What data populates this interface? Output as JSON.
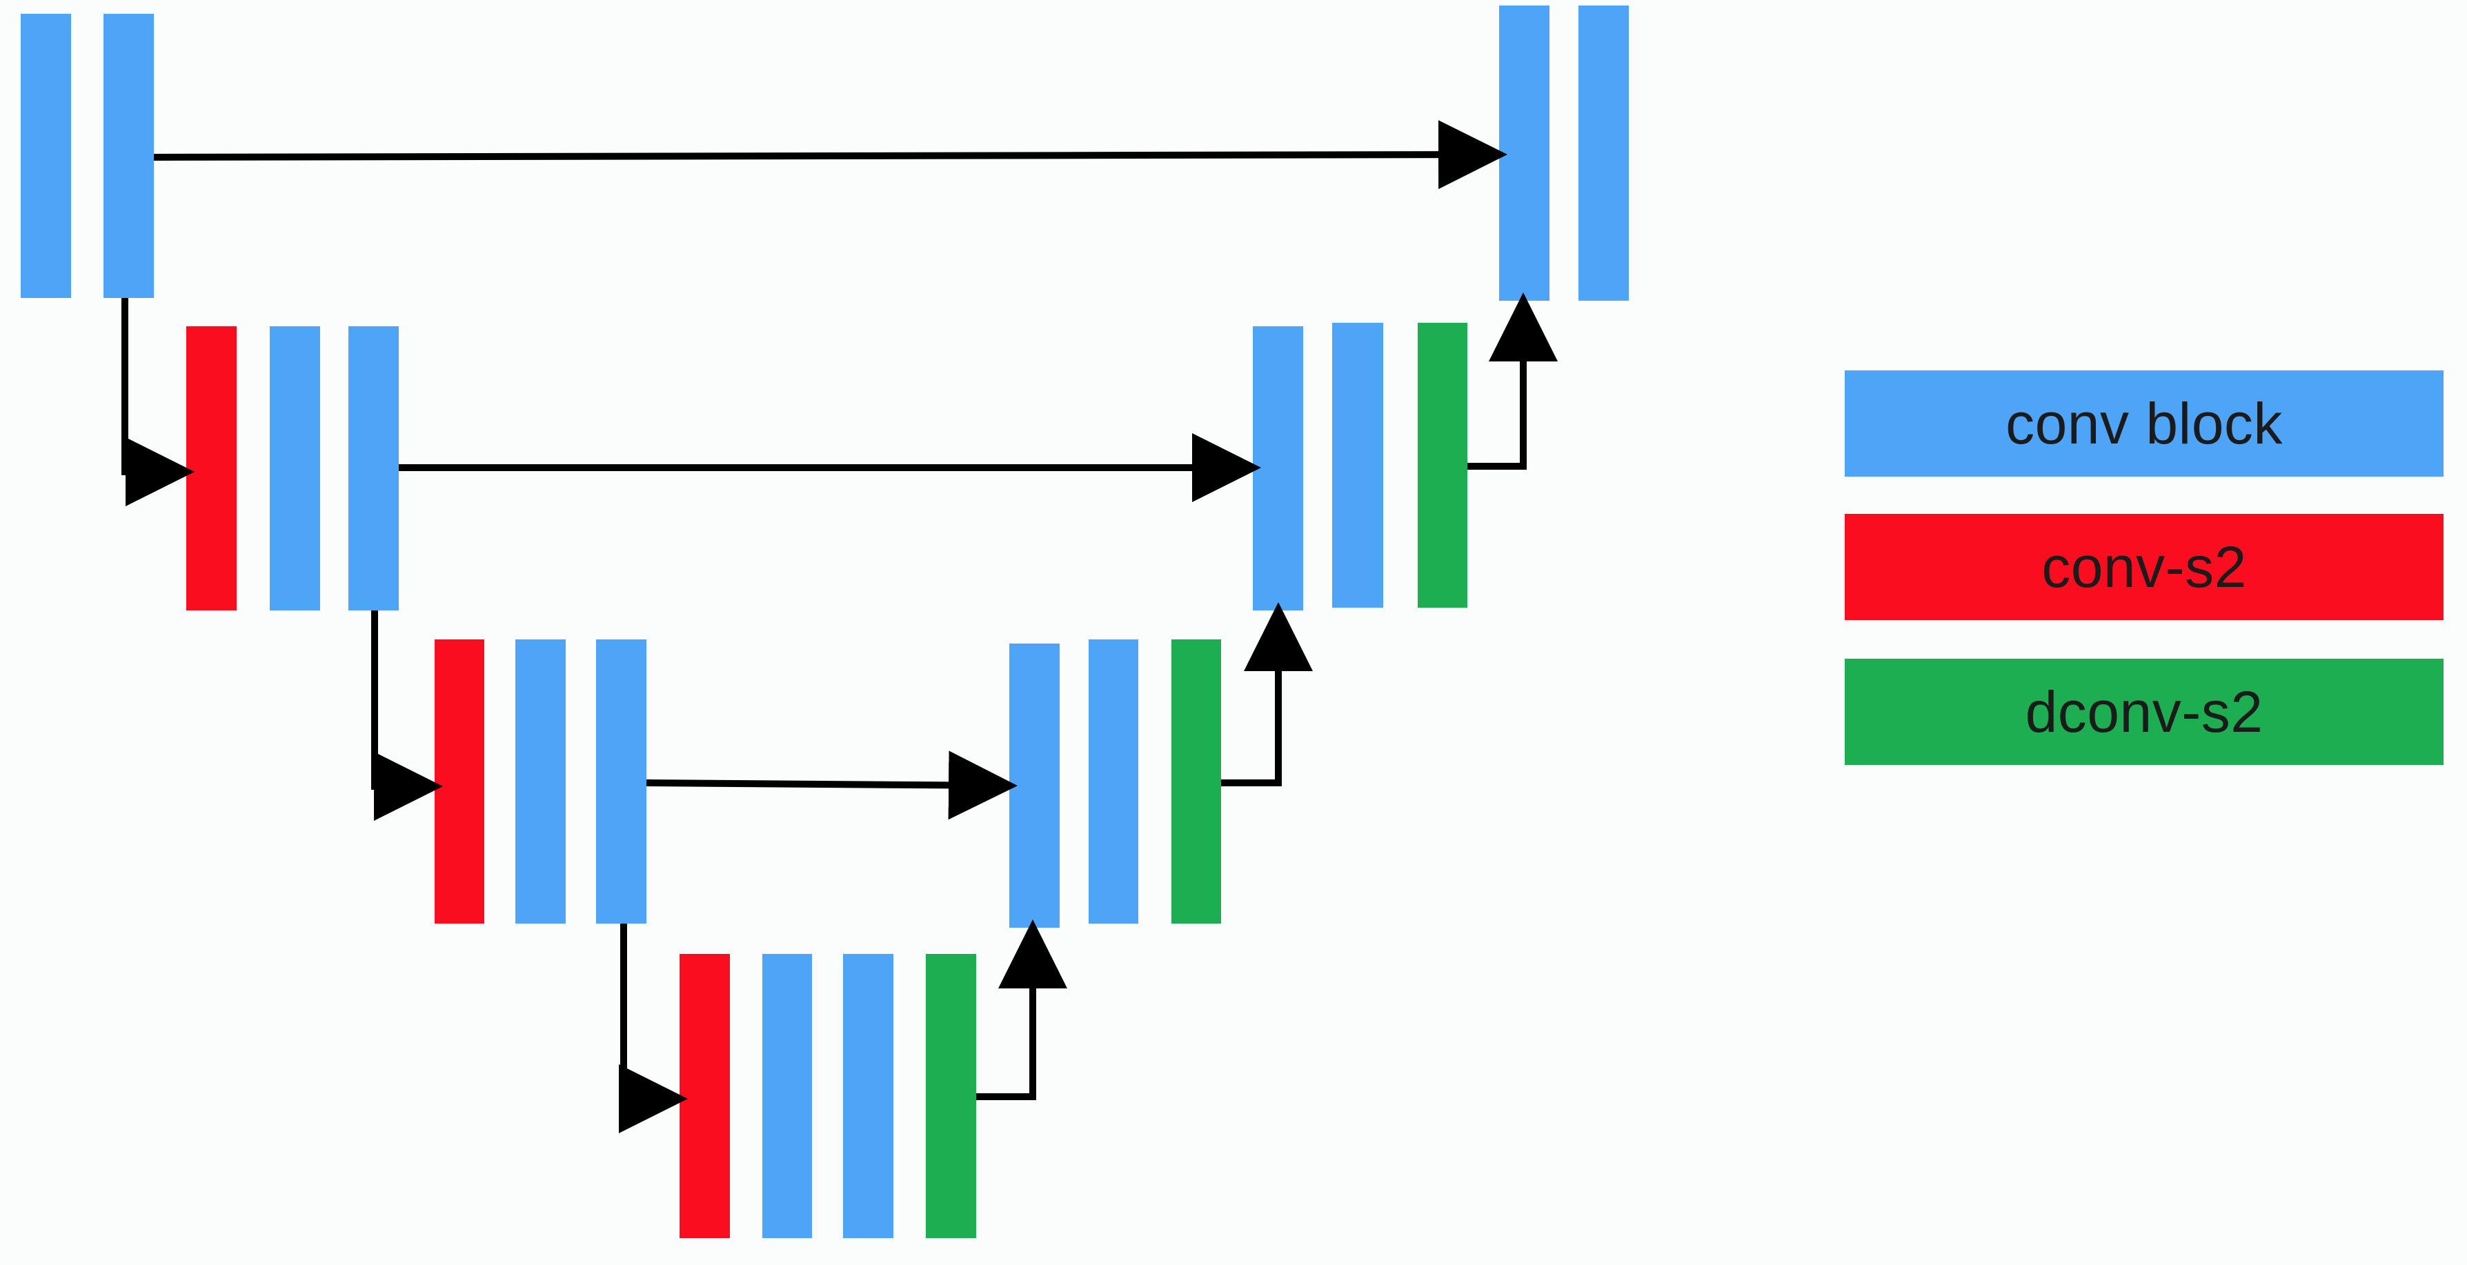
{
  "colors": {
    "background": "#fbfcfc",
    "conv_block": "#4ea5f7",
    "conv_s2": "#f90d1f",
    "dconv_s2": "#1dae52",
    "arrow": "#000000"
  },
  "legend": {
    "items": [
      {
        "label": "conv block",
        "color": "#4ea5f7"
      },
      {
        "label": "conv-s2",
        "color": "#f90d1f"
      },
      {
        "label": "dconv-s2",
        "color": "#1dae52"
      }
    ]
  }
}
